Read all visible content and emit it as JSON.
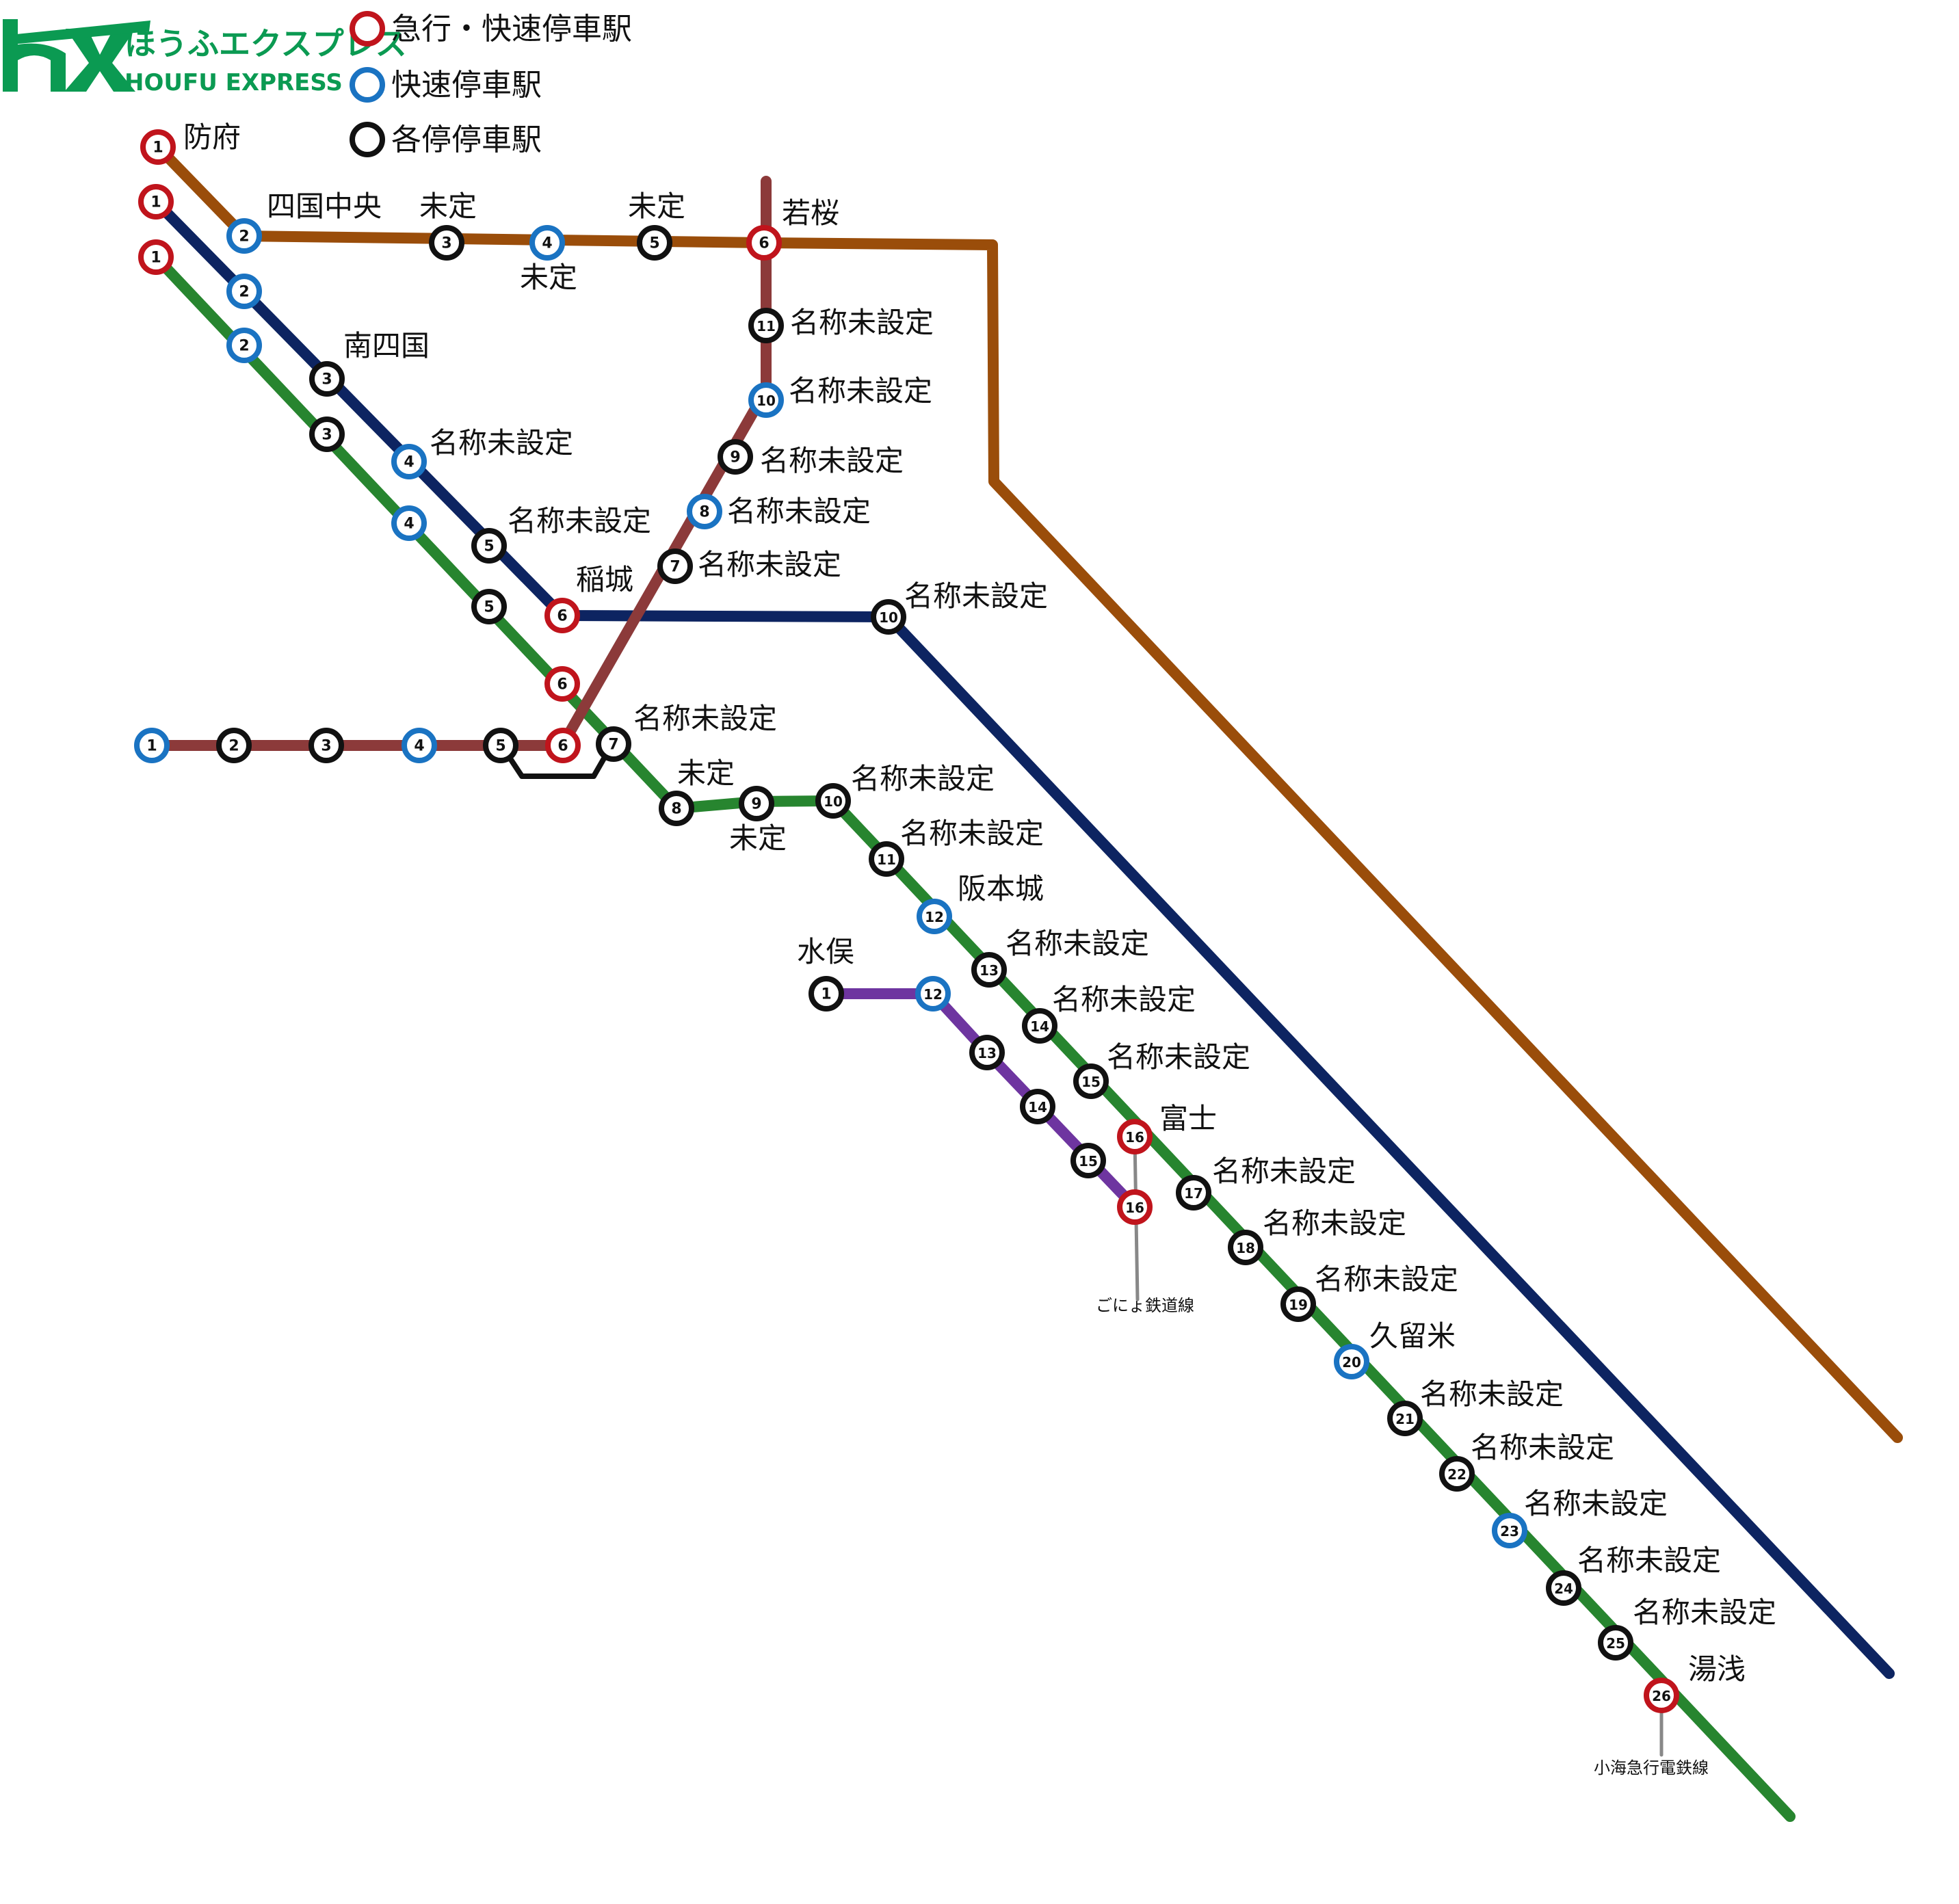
{
  "brand": {
    "name_jp": "ほうふエクスプレス",
    "name_en": "HOUFU EXPRESS",
    "logo_letters": "hx",
    "color": "#0b9a52"
  },
  "legend": [
    {
      "label": "急行・快速停車駅",
      "ring": "red"
    },
    {
      "label": "快速停車駅",
      "ring": "blue"
    },
    {
      "label": "各停停車駅",
      "ring": "black"
    }
  ],
  "ring_colors": {
    "red": "#c0141c",
    "blue": "#1a73c2",
    "black": "#111111"
  },
  "lines": [
    {
      "id": "orange",
      "color": "#9a4d0a"
    },
    {
      "id": "navy",
      "color": "#0d2461"
    },
    {
      "id": "green",
      "color": "#27852f"
    },
    {
      "id": "maroon",
      "color": "#8c3a3a"
    },
    {
      "id": "purple",
      "color": "#6e35a0"
    }
  ],
  "labels": {
    "hofu": "防府",
    "shikoku_chuo": "四国中央",
    "mitei": "未定",
    "wakasa": "若桜",
    "minami_shikoku": "南四国",
    "meisho": "名称未設定",
    "inagi": "稲城",
    "minamata": "水俣",
    "hanmotojo": "阪本城",
    "fuji": "富士",
    "kurume": "久留米",
    "yuasa": "湯浅",
    "gonioyo": "ごにょ鉄道線",
    "komi": "小海急行電鉄線"
  },
  "stations": [
    {
      "n": "1",
      "ring": "red"
    },
    {
      "n": "1",
      "ring": "red"
    },
    {
      "n": "1",
      "ring": "red"
    },
    {
      "n": "2",
      "ring": "blue"
    },
    {
      "n": "3",
      "ring": "black"
    },
    {
      "n": "4",
      "ring": "blue"
    },
    {
      "n": "5",
      "ring": "black"
    },
    {
      "n": "6",
      "ring": "red"
    },
    {
      "n": "2",
      "ring": "blue"
    },
    {
      "n": "3",
      "ring": "black"
    },
    {
      "n": "4",
      "ring": "blue"
    },
    {
      "n": "5",
      "ring": "black"
    },
    {
      "n": "6",
      "ring": "red"
    },
    {
      "n": "10",
      "ring": "black"
    },
    {
      "n": "2",
      "ring": "blue"
    },
    {
      "n": "3",
      "ring": "black"
    },
    {
      "n": "4",
      "ring": "blue"
    },
    {
      "n": "5",
      "ring": "black"
    },
    {
      "n": "6",
      "ring": "red"
    },
    {
      "n": "7",
      "ring": "black"
    },
    {
      "n": "8",
      "ring": "black"
    },
    {
      "n": "9",
      "ring": "black"
    },
    {
      "n": "10",
      "ring": "black"
    },
    {
      "n": "11",
      "ring": "black"
    },
    {
      "n": "12",
      "ring": "blue"
    },
    {
      "n": "13",
      "ring": "black"
    },
    {
      "n": "14",
      "ring": "black"
    },
    {
      "n": "15",
      "ring": "black"
    },
    {
      "n": "16",
      "ring": "red"
    },
    {
      "n": "17",
      "ring": "black"
    },
    {
      "n": "18",
      "ring": "black"
    },
    {
      "n": "19",
      "ring": "black"
    },
    {
      "n": "20",
      "ring": "blue"
    },
    {
      "n": "21",
      "ring": "black"
    },
    {
      "n": "22",
      "ring": "black"
    },
    {
      "n": "23",
      "ring": "blue"
    },
    {
      "n": "24",
      "ring": "black"
    },
    {
      "n": "25",
      "ring": "black"
    },
    {
      "n": "26",
      "ring": "red"
    },
    {
      "n": "7",
      "ring": "black"
    },
    {
      "n": "8",
      "ring": "blue"
    },
    {
      "n": "9",
      "ring": "black"
    },
    {
      "n": "10",
      "ring": "blue"
    },
    {
      "n": "11",
      "ring": "black"
    },
    {
      "n": "1",
      "ring": "blue"
    },
    {
      "n": "2",
      "ring": "black"
    },
    {
      "n": "3",
      "ring": "black"
    },
    {
      "n": "4",
      "ring": "blue"
    },
    {
      "n": "5",
      "ring": "black"
    },
    {
      "n": "6",
      "ring": "red"
    },
    {
      "n": "1",
      "ring": "black"
    },
    {
      "n": "12",
      "ring": "blue"
    },
    {
      "n": "13",
      "ring": "black"
    },
    {
      "n": "14",
      "ring": "black"
    },
    {
      "n": "15",
      "ring": "black"
    },
    {
      "n": "16",
      "ring": "red"
    }
  ]
}
